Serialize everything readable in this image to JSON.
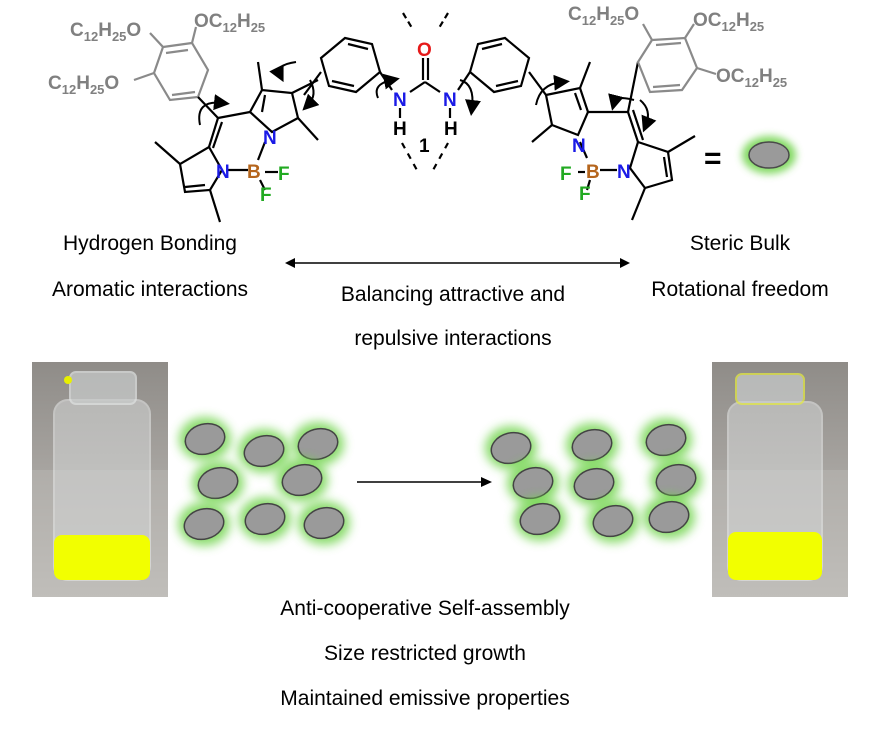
{
  "figure": {
    "compound_label": "1",
    "atoms": {
      "N": "N",
      "B": "B",
      "F": "F",
      "O": "O",
      "H": "H"
    },
    "substituent_label": "C12H25O",
    "substituent_label_rev": "OC12H25",
    "equals_sign": "=",
    "colors": {
      "nitrogen": "#1a1ae6",
      "boron": "#b5651d",
      "fluorine": "#22aa22",
      "oxygen": "#e61a1a",
      "bond": "#000000",
      "alkoxy": "#808080",
      "disc_fill": "#9a9a9a",
      "disc_glow": "#6ed34a",
      "solution": "#f2ff00"
    }
  },
  "labels": {
    "left_top": "Hydrogen Bonding",
    "left_bottom": "Aromatic interactions",
    "right_top": "Steric Bulk",
    "right_bottom": "Rotational freedom",
    "center_line1": "Balancing attractive and",
    "center_line2": "repulsive interactions"
  },
  "summary": {
    "line1": "Anti-cooperative Self-assembly",
    "line2": "Size restricted growth",
    "line3": "Maintained emissive properties"
  }
}
